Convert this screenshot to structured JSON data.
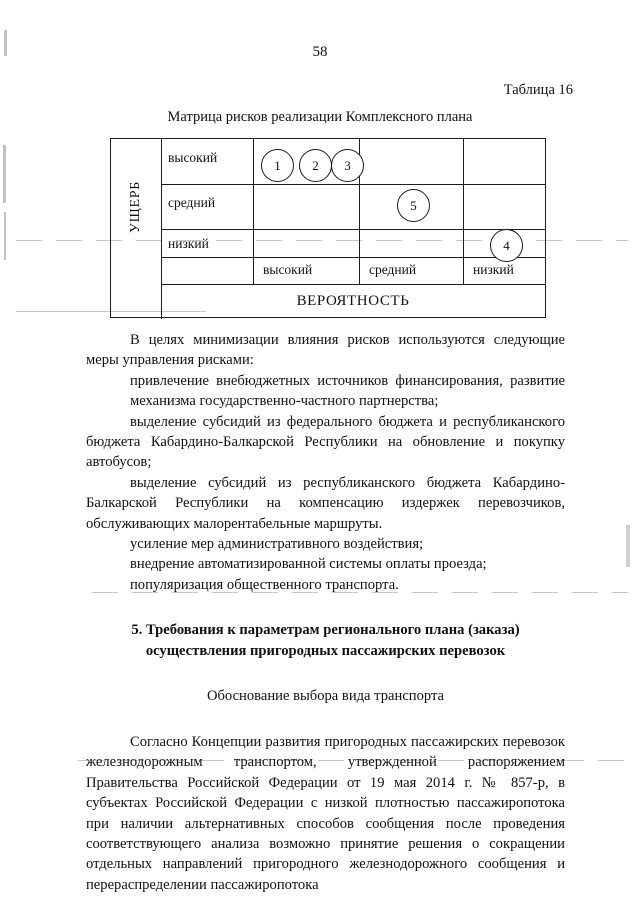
{
  "page": {
    "number": "58"
  },
  "table": {
    "caption": "Таблица 16",
    "title": "Матрица рисков реализации Комплексного плана",
    "y_axis_label": "УЩЕРБ",
    "x_axis_label": "ВЕРОЯТНОСТЬ",
    "row_labels": [
      "высокий",
      "средний",
      "низкий"
    ],
    "col_labels": [
      "высокий",
      "средний",
      "низкий"
    ],
    "markers": [
      {
        "id": "1",
        "row": "высокий",
        "col": "высокий"
      },
      {
        "id": "2",
        "row": "высокий",
        "col": "высокий"
      },
      {
        "id": "3",
        "row": "высокий",
        "col": "высокий"
      },
      {
        "id": "5",
        "row": "средний",
        "col": "средний"
      },
      {
        "id": "4",
        "row": "низкий",
        "col": "низкий"
      }
    ]
  },
  "body": {
    "intro": "В целях минимизации влияния рисков используются следующие меры управления рисками:",
    "measures": [
      "привлечение внебюджетных источников финансирования, развитие механизма государственно-частного партнерства;",
      "выделение субсидий из федерального бюджета и республиканского бюджета Кабардино-Балкарской Республики на обновление и покупку автобусов;",
      "выделение субсидий из республиканского бюджета Кабардино-Балкарской Республики на компенсацию издержек перевозчиков, обслуживающих малорентабельные маршруты.",
      "усиление мер административного воздействия;",
      "внедрение автоматизированной системы оплаты проезда;",
      "популяризация общественного транспорта."
    ],
    "section_heading": "5. Требования к параметрам регионального плана (заказа) осуществления пригородных пассажирских перевозок",
    "subheading": "Обоснование выбора вида транспорта",
    "closing_paragraph": "Согласно Концепции развития пригородных пассажирских перевозок железнодорожным транспортом, утвержденной распоряжением Правительства Российской Федерации от 19 мая 2014 г. № 857-р, в субъектах Российской Федерации с низкой плотностью пассажиропотока при наличии альтернативных способов сообщения после проведения соответствующего анализа возможно принятие решения о сокращении отдельных направлений пригородного железнодорожного сообщения и перераспределении пассажиропотока"
  }
}
